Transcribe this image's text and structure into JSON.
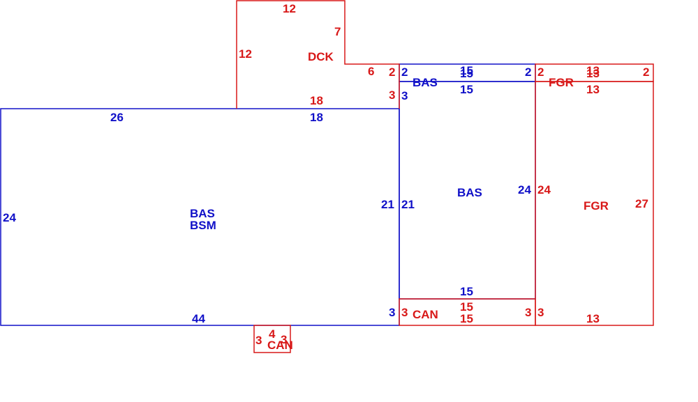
{
  "colors": {
    "living": "#1010c8",
    "other": "#d81818",
    "background": "#ffffff"
  },
  "areas": {
    "bas_main": "BAS",
    "bsm_main": "BSM",
    "bas_right": "BAS",
    "bas_strip": "BAS",
    "dck": "DCK",
    "fgr": "FGR",
    "fgr_strip": "FGR",
    "can_right": "CAN",
    "can_small": "CAN"
  },
  "dims": {
    "dck_top": "12",
    "dck_right_upper": "7",
    "dck_left": "12",
    "dck_step_top": "6",
    "dck_step_right": "2",
    "dck_bottom": "18",
    "dck_lower_right": "3",
    "bsm_top_left": "26",
    "bsm_top_right": "18",
    "bsm_left": "24",
    "bsm_right": "21",
    "bsm_bottom": "44",
    "bsm_bottom_right": "3",
    "bas_strip_left": "2",
    "bas_strip_top_a": "15",
    "bas_strip_top_b": "15",
    "bas_strip_right": "2",
    "bas_top": "15",
    "bas_left_small": "3",
    "bas_left": "21",
    "bas_right": "24",
    "bas_bottom": "15",
    "fgr_strip_left": "2",
    "fgr_strip_top_a": "13",
    "fgr_strip_top_b": "13",
    "fgr_strip_right": "2",
    "fgr_top": "13",
    "fgr_left": "24",
    "fgr_right": "27",
    "fgr_bottom": "13",
    "can_left": "3",
    "can_top": "15",
    "can_bottom": "15",
    "can_right_in": "3",
    "can_right_out": "3",
    "can_small_left": "3",
    "can_small_top": "4",
    "can_small_right": "3"
  }
}
